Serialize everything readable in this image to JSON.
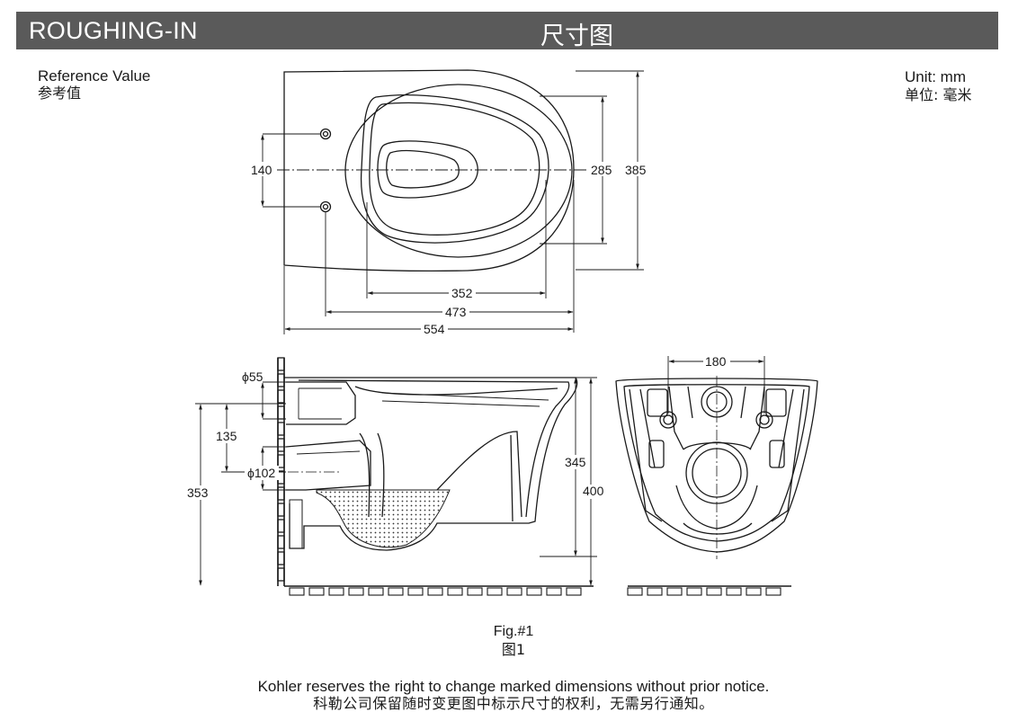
{
  "header": {
    "title_en": "ROUGHING-IN",
    "title_cn": "尺寸图"
  },
  "reference": {
    "label_en": "Reference Value",
    "label_cn": "参考值"
  },
  "unit": {
    "label_en": "Unit: mm",
    "label_cn": "单位: 毫米"
  },
  "top_view": {
    "dim_mount_holes": "140",
    "dim_inner_width": "285",
    "dim_outer_width": "385",
    "dim_bowl_length": "352",
    "dim_hole_to_front": "473",
    "dim_total_length": "554"
  },
  "side_view": {
    "dim_inlet_dia": "ϕ55",
    "dim_inlet_to_outlet": "135",
    "dim_outlet_dia": "ϕ102",
    "dim_outlet_height": "353",
    "dim_rim_height": "345",
    "dim_total_height": "400"
  },
  "rear_view": {
    "dim_hole_spacing": "180"
  },
  "figure": {
    "caption_en": "Fig.#1",
    "caption_cn": "图1"
  },
  "notice": {
    "text_en": "Kohler reserves the right to change marked dimensions without prior notice.",
    "text_cn": "科勒公司保留随时变更图中标示尺寸的权利，无需另行通知。"
  }
}
